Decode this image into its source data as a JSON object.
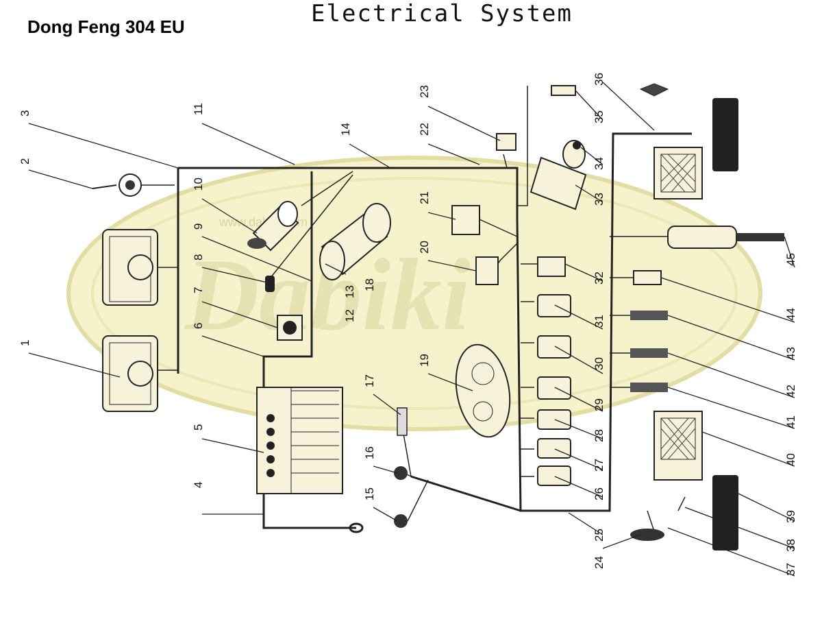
{
  "header": {
    "title": "Electrical System",
    "model": "Dong Feng 304 EU"
  },
  "watermark": {
    "brand": "Dabiki",
    "url": "www.dabiki.com",
    "color": "#f3f0c9"
  },
  "callouts": [
    "1",
    "2",
    "3",
    "4",
    "5",
    "6",
    "7",
    "8",
    "9",
    "10",
    "11",
    "12",
    "13",
    "14",
    "15",
    "16",
    "17",
    "18",
    "19",
    "20",
    "21",
    "22",
    "23",
    "24",
    "25",
    "26",
    "27",
    "28",
    "29",
    "30",
    "31",
    "32",
    "33",
    "34",
    "35",
    "36",
    "37",
    "38",
    "39",
    "40",
    "41",
    "42",
    "43",
    "44",
    "45"
  ]
}
